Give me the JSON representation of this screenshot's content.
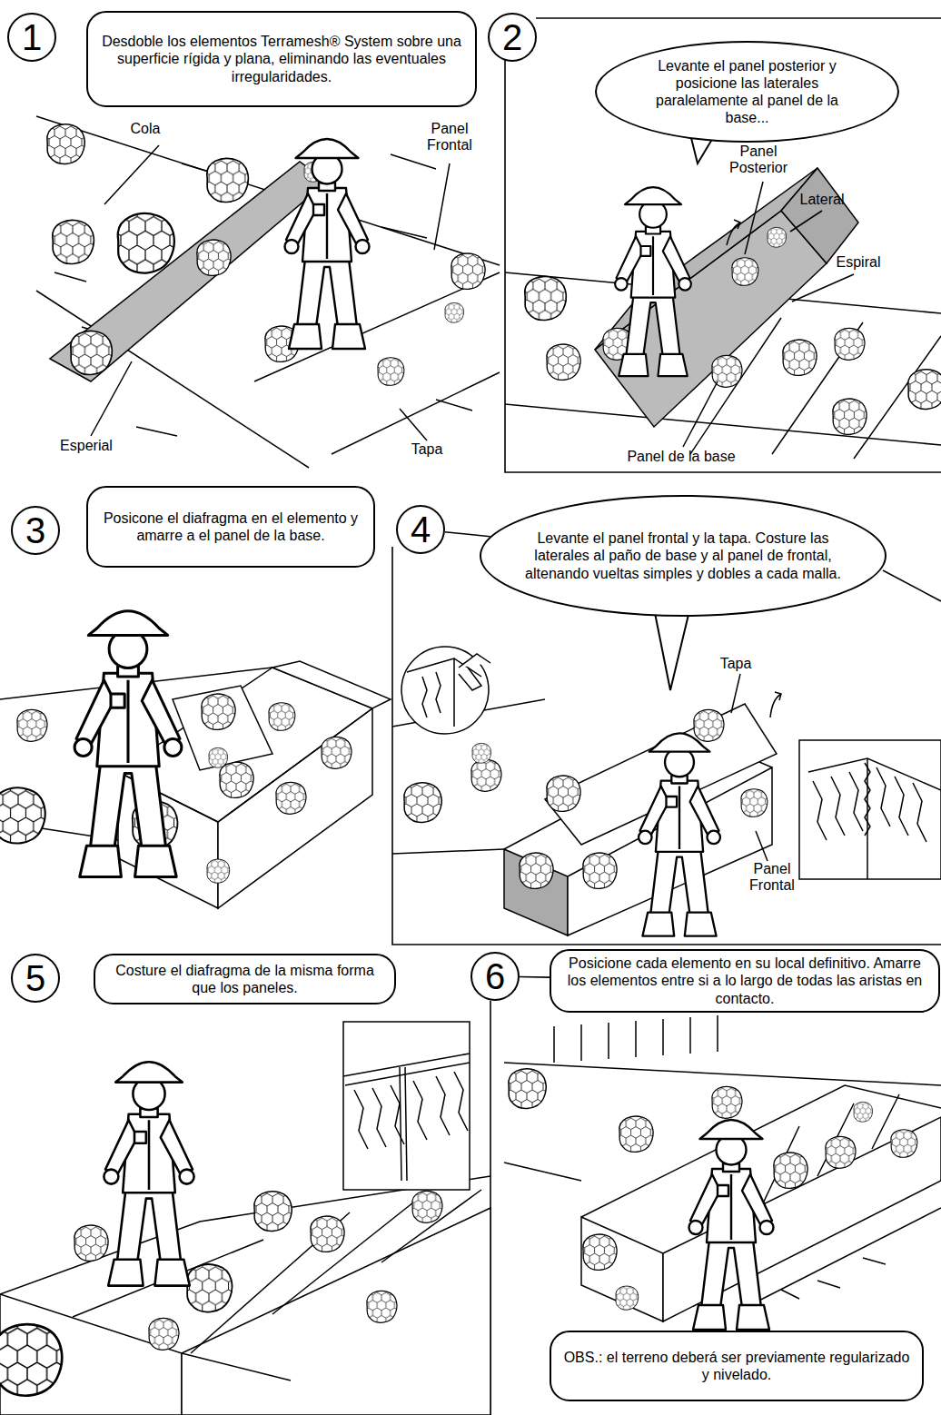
{
  "diagram": {
    "nodes": [
      {
        "text": [
          "1"
        ]
      },
      {
        "text": [
          "Desdoble los elementos Terramesh® System sobre una superficie rígida y plana, eliminando las eventuales irregularidades."
        ]
      },
      {
        "text": [
          "2"
        ]
      },
      {
        "text": [
          "Levante el panel posterior y posicione las laterales paralelamente al panel de la base..."
        ]
      },
      {
        "text": [
          "3"
        ]
      },
      {
        "text": [
          "Posicone el diafragma en el elemento y amarre a el panel de la base."
        ]
      },
      {
        "text": [
          "4"
        ]
      },
      {
        "text": [
          "Levante el panel frontal y la tapa. Costure las laterales al paño de base y al panel de frontal, altenando vueltas simples y dobles a cada malla."
        ]
      },
      {
        "text": [
          "5"
        ]
      },
      {
        "text": [
          "Costure el diafragma de la misma forma que los paneles."
        ]
      },
      {
        "text": [
          "6"
        ]
      },
      {
        "text": [
          "Posicione cada elemento en su local definitivo. Amarre los elementos entre si a lo largo de todas las aristas en contacto."
        ]
      },
      {
        "text": [
          "OBS.: el terreno deberá ser previamente regularizado y nivelado."
        ]
      }
    ],
    "edges": [
      {
        "from": 6,
        "to": 7,
        "arrow": "none"
      },
      {
        "from": 10,
        "to": 11,
        "arrow": "none"
      }
    ],
    "labels": [
      "Cola",
      "Panel Frontal",
      "Esperial",
      "Tapa",
      "Panel Posterior",
      "Lateral",
      "Espiral",
      "Panel de la base",
      "Tapa",
      "Panel Frontal"
    ]
  }
}
